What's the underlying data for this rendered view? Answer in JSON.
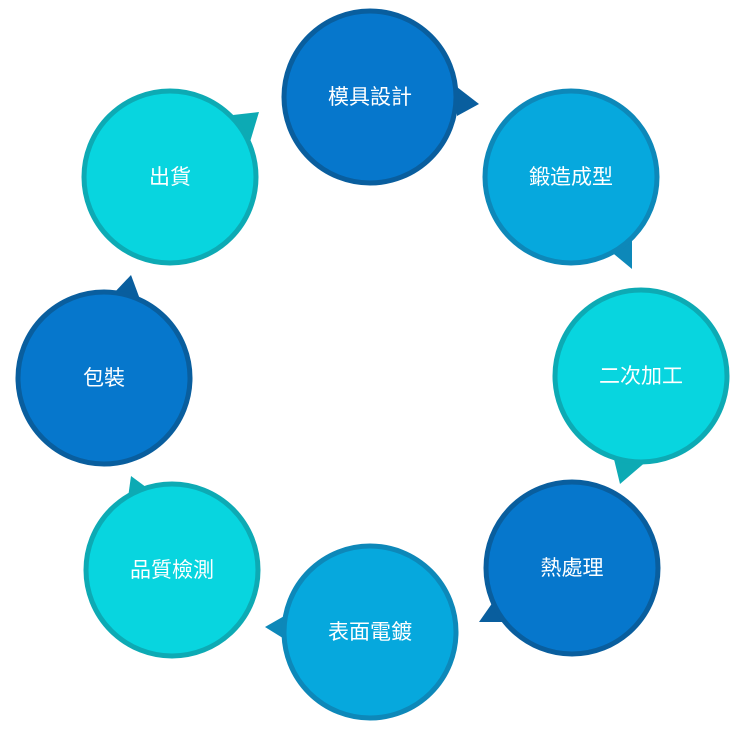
{
  "colors": {
    "dark_fill": "#0677cc",
    "dark_border": "#095e9e",
    "medium_fill": "#06a8dd",
    "medium_border": "#0d88b9",
    "light_fill": "#08d5df",
    "light_border": "#0daab4"
  },
  "cycle": {
    "direction": "clockwise",
    "steps": [
      {
        "label": "模具設計",
        "shade": "dark"
      },
      {
        "label": "鍛造成型",
        "shade": "medium"
      },
      {
        "label": "二次加工",
        "shade": "light"
      },
      {
        "label": "熱處理",
        "shade": "dark"
      },
      {
        "label": "表面電鍍",
        "shade": "medium"
      },
      {
        "label": "品質檢測",
        "shade": "light"
      },
      {
        "label": "包裝",
        "shade": "dark"
      },
      {
        "label": "出貨",
        "shade": "light"
      }
    ]
  }
}
